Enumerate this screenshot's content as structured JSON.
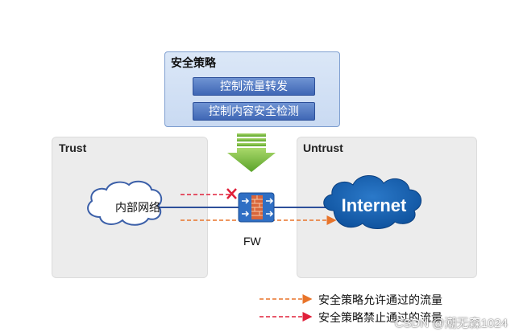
{
  "policy": {
    "title": "安全策略",
    "items": [
      "控制流量转发",
      "控制内容安全检测"
    ]
  },
  "zones": {
    "trust": "Trust",
    "untrust": "Untrust"
  },
  "nodes": {
    "internal_network": "内部网络",
    "firewall": "FW",
    "internet": "Internet"
  },
  "legend": [
    {
      "label": "安全策略允许通过的流量",
      "color": "#e8742a"
    },
    {
      "label": "安全策略禁止通过的流量",
      "color": "#e0203a"
    }
  ],
  "watermark": "CSDN @潮无森1024"
}
